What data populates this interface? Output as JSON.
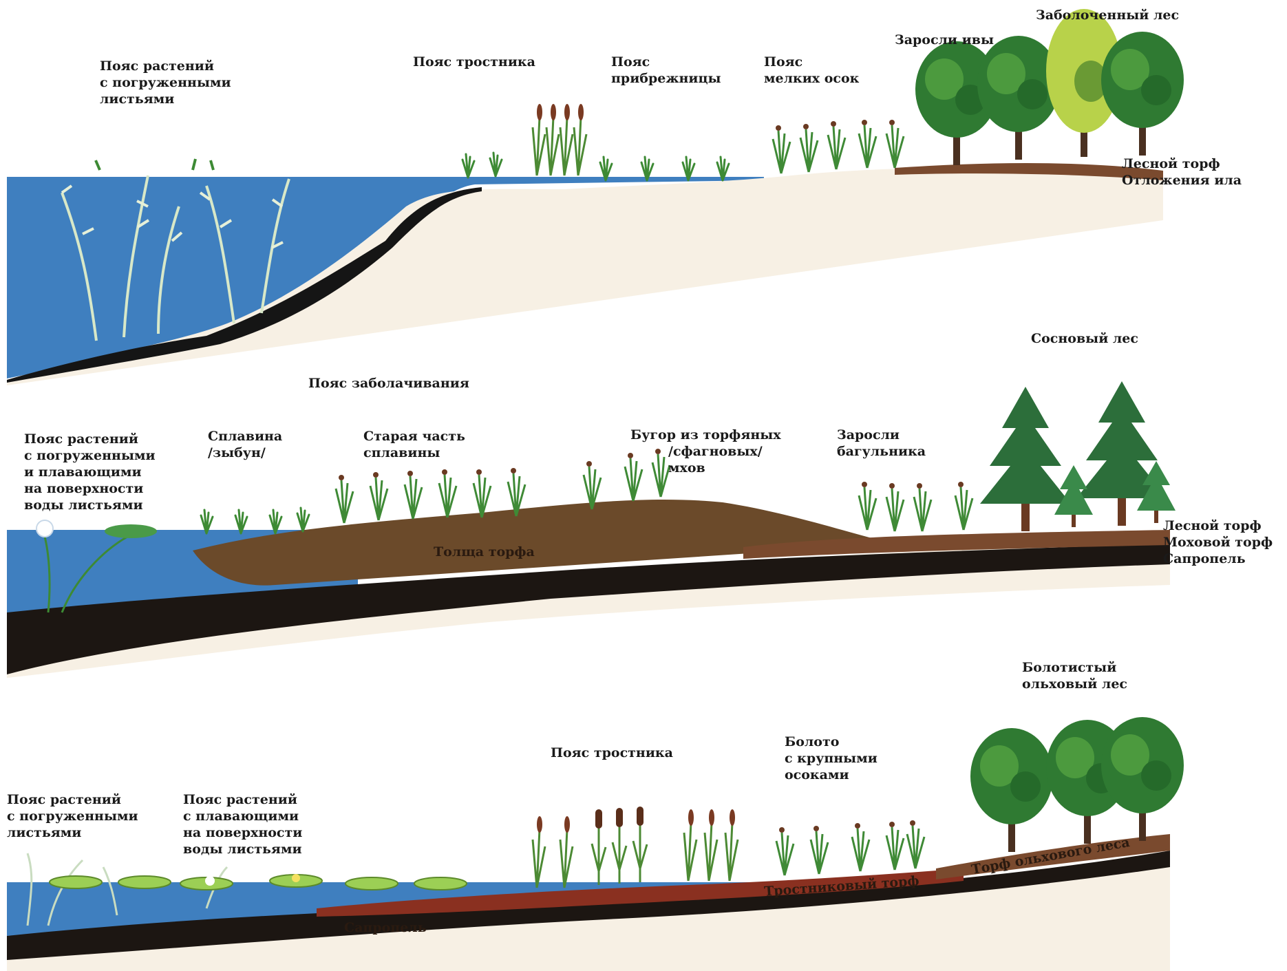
{
  "colors": {
    "water": "#3f7fbf",
    "water_deep": "#2f6aa8",
    "sand": "#f7f0e4",
    "silt": "#151515",
    "peat_forest": "#7a4a2e",
    "peat_moss": "#6b4a2a",
    "peat_reed": "#8a3020",
    "sapropel": "#1c1612",
    "tree_dark": "#2f7a32",
    "tree_light": "#9ec43e",
    "reed": "#4c8a34"
  },
  "panels": [
    {
      "labels": {
        "submerged": [
          "Пояс растений",
          "с погруженными",
          "листьями"
        ],
        "reed": [
          "Пояс тростника"
        ],
        "shore": [
          "Пояс",
          "прибрежницы"
        ],
        "sedge": [
          "Пояс",
          "мелких осок"
        ],
        "willow": [
          "Заросли ивы"
        ],
        "swamp_forest": [
          "Заболоченный лес"
        ],
        "forest_peat": "Лесной торф",
        "silt": "Отложения ила"
      }
    },
    {
      "labels": {
        "zone": "Пояс заболачивания",
        "pine_forest": "Сосновый лес",
        "plants": [
          "Пояс растений",
          "с погруженными",
          "и плавающими",
          "на поверхности",
          "воды листьями"
        ],
        "raft": [
          "Сплавина",
          "/зыбун/"
        ],
        "old_raft": [
          "Старая часть",
          "сплавины"
        ],
        "hummock": [
          "Бугор из торфяных",
          "/сфагновых/",
          "мхов"
        ],
        "ledum": [
          "Заросли",
          "багульника"
        ],
        "peat_layer": "Толща торфа",
        "forest_peat": "Лесной торф",
        "moss_peat": "Моховой торф",
        "sapropel": "Сапропель"
      }
    },
    {
      "labels": {
        "alder": [
          "Болотистый",
          "ольховый лес"
        ],
        "reed": [
          "Пояс тростника"
        ],
        "sedge_bog": [
          "Болото",
          "с крупными",
          "осоками"
        ],
        "submerged": [
          "Пояс растений",
          "с погруженными",
          "листьями"
        ],
        "floating": [
          "Пояс растений",
          "с плавающими",
          "на поверхности",
          "воды листьями"
        ],
        "reed_peat": "Тростниковый торф",
        "alder_peat": "Торф ольхового леса",
        "sapropel": "Сапропель"
      }
    }
  ]
}
